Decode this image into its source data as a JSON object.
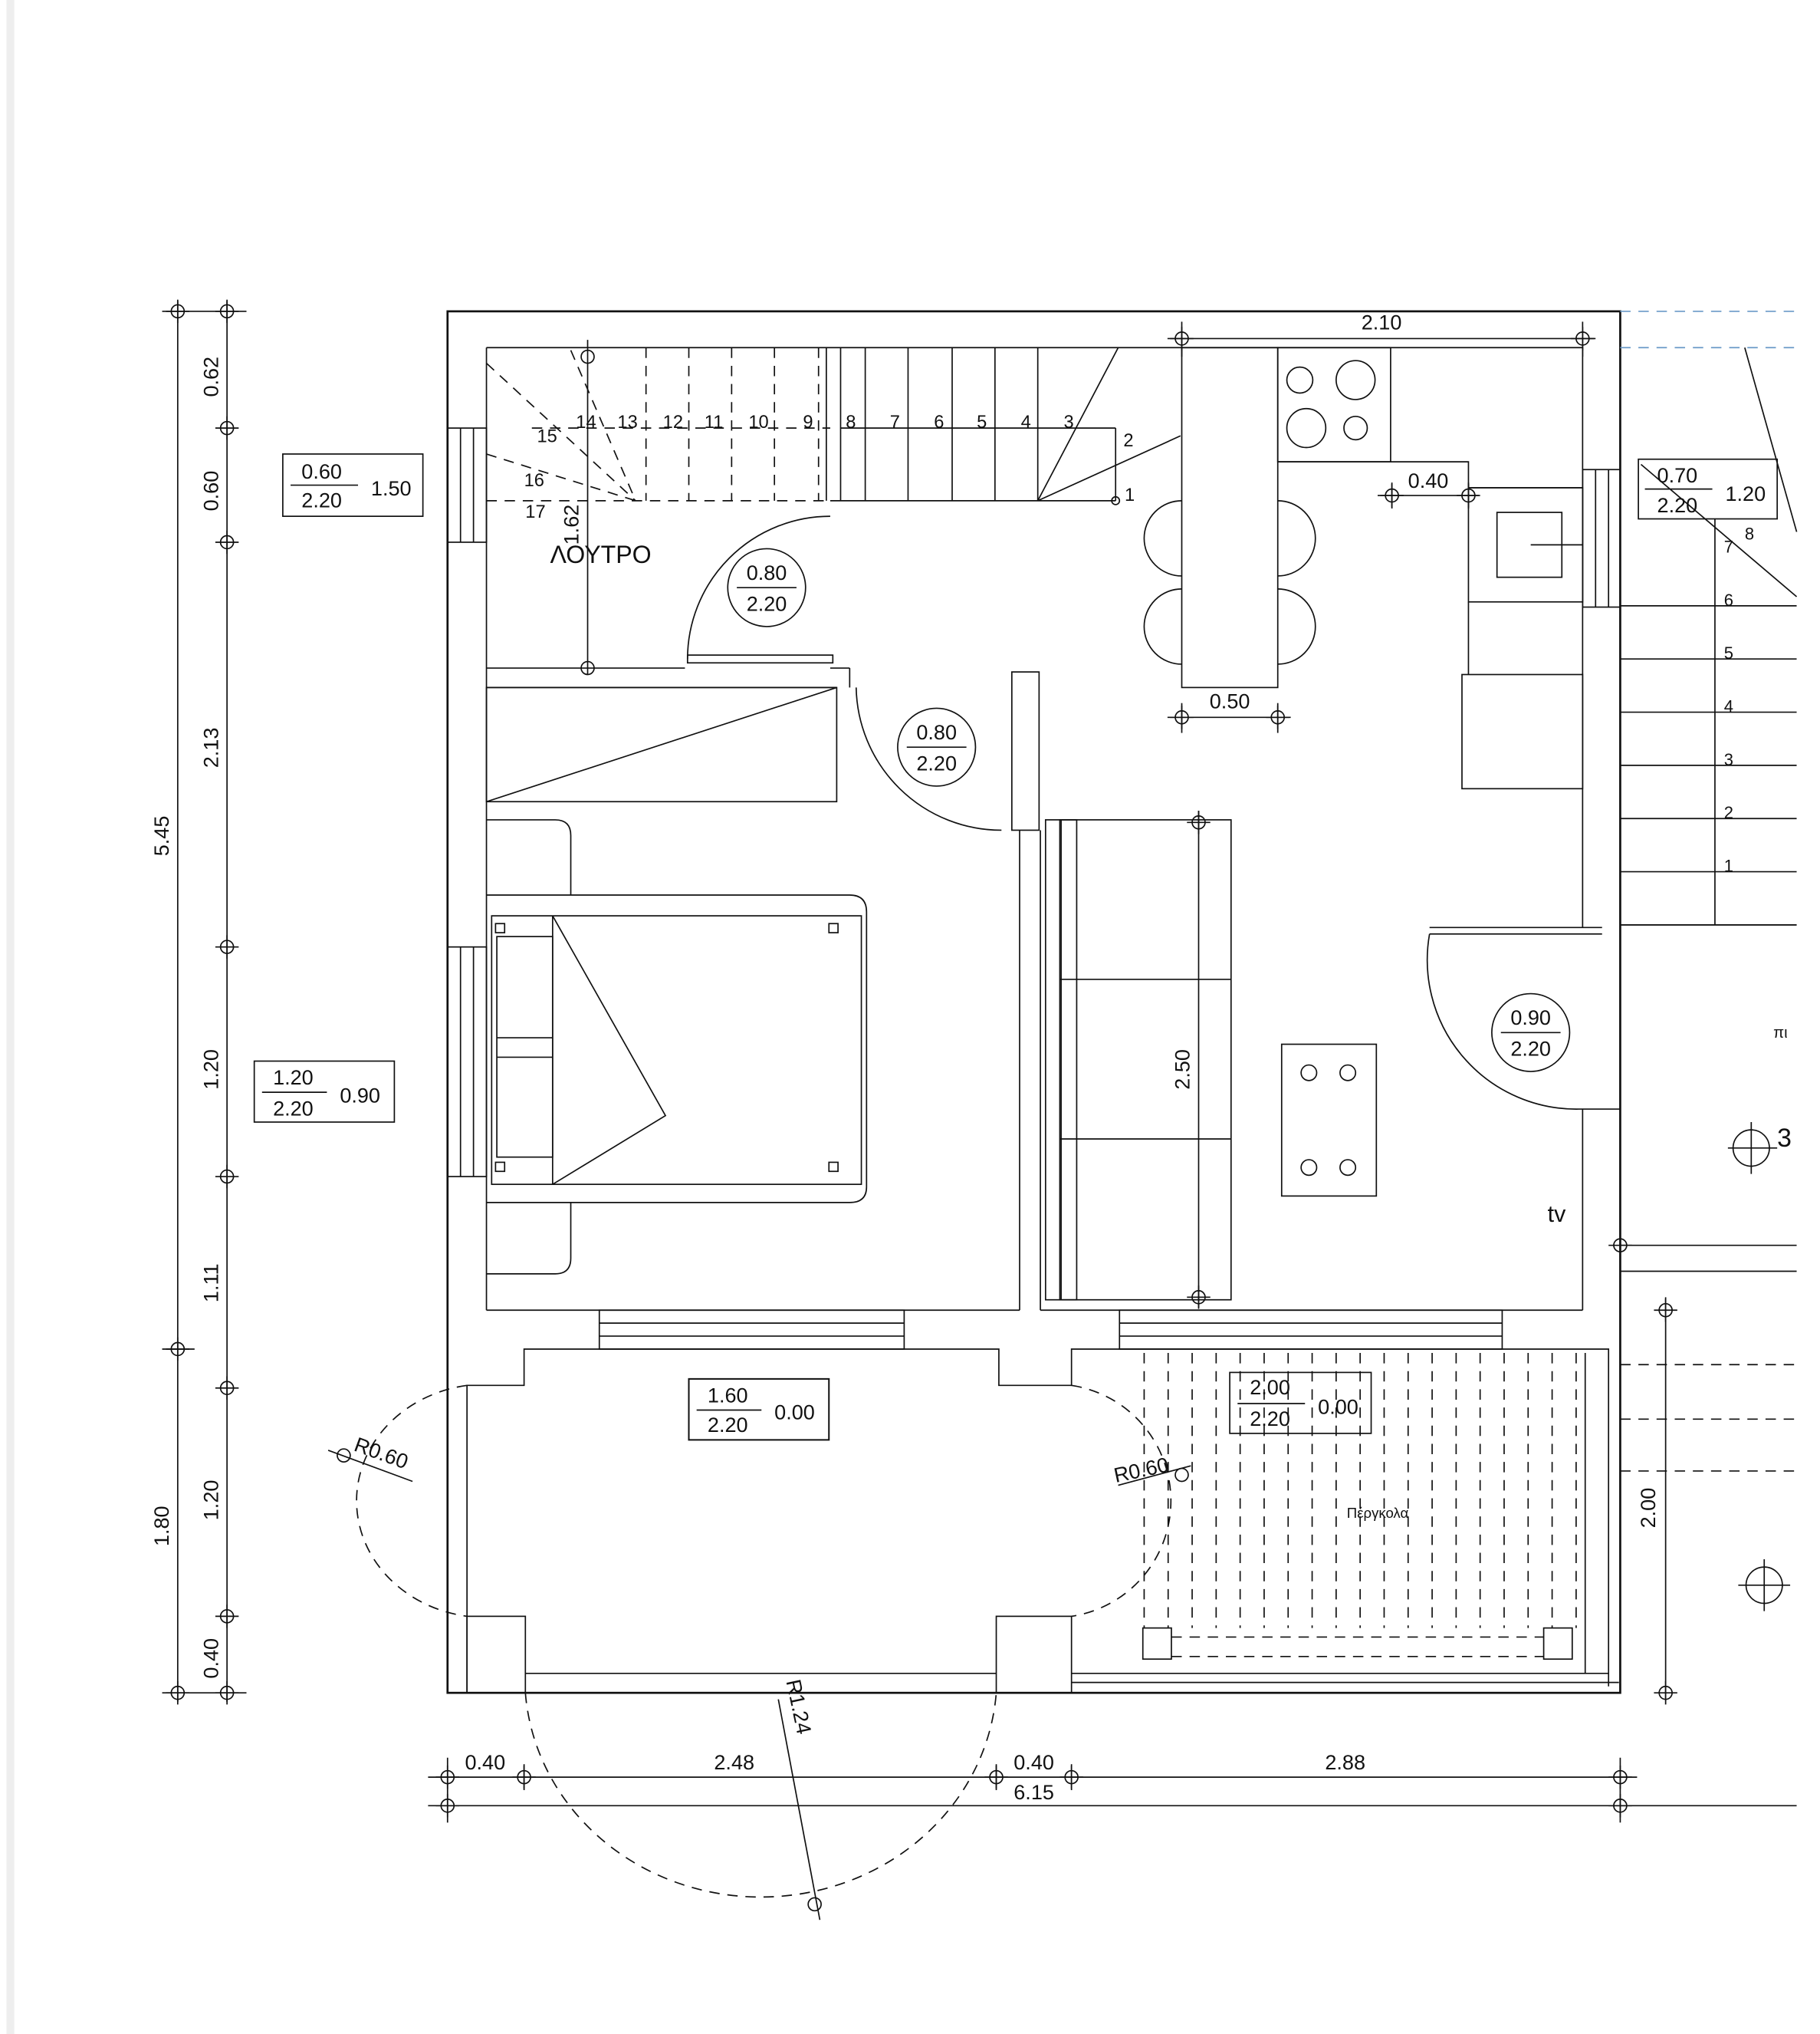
{
  "rooms": {
    "bathroom": "ΛΟΥΤΡΟ",
    "tv": "tv",
    "pergola": "Πέργκολα"
  },
  "left_dims_outer": [
    "5.45",
    "1.80"
  ],
  "left_dims_inner": [
    "0.62",
    "0.60",
    "2.13",
    "1.20",
    "1.11",
    "1.20",
    "0.40"
  ],
  "bottom_dims": {
    "a": "0.40",
    "b": "2.48",
    "c": "0.40",
    "total": "6.15",
    "d": "2.88"
  },
  "inner_dims": {
    "kitchen_top": "2.10",
    "kitchen_gap": "0.40",
    "bar": "0.50",
    "sofa": "2.50",
    "stair": "1.62",
    "right": "2.00"
  },
  "radii": {
    "r1": "R0.60",
    "r2": "R0.60",
    "r3": "R1.24"
  },
  "windows": [
    {
      "w": "0.60",
      "h": "2.20",
      "sill": "1.50"
    },
    {
      "w": "1.20",
      "h": "2.20",
      "sill": "0.90"
    },
    {
      "w": "1.60",
      "h": "2.20",
      "sill": "0.00"
    },
    {
      "w": "2.00",
      "h": "2.20",
      "sill": "0.00"
    },
    {
      "w": "0.70",
      "h": "2.20",
      "sill": "1.20"
    }
  ],
  "doors": [
    {
      "w": "0.80",
      "h": "2.20"
    },
    {
      "w": "0.80",
      "h": "2.20"
    },
    {
      "w": "0.90",
      "h": "2.20"
    }
  ],
  "stair_steps": [
    "1",
    "2",
    "3",
    "4",
    "5",
    "6",
    "7",
    "8",
    "9",
    "10",
    "11",
    "12",
    "13",
    "14",
    "15",
    "16",
    "17"
  ],
  "right_stair_steps": [
    "1",
    "2",
    "3",
    "4",
    "5",
    "6",
    "7",
    "8"
  ],
  "right_edge": {
    "label_a": "πι",
    "label_b": "3"
  }
}
